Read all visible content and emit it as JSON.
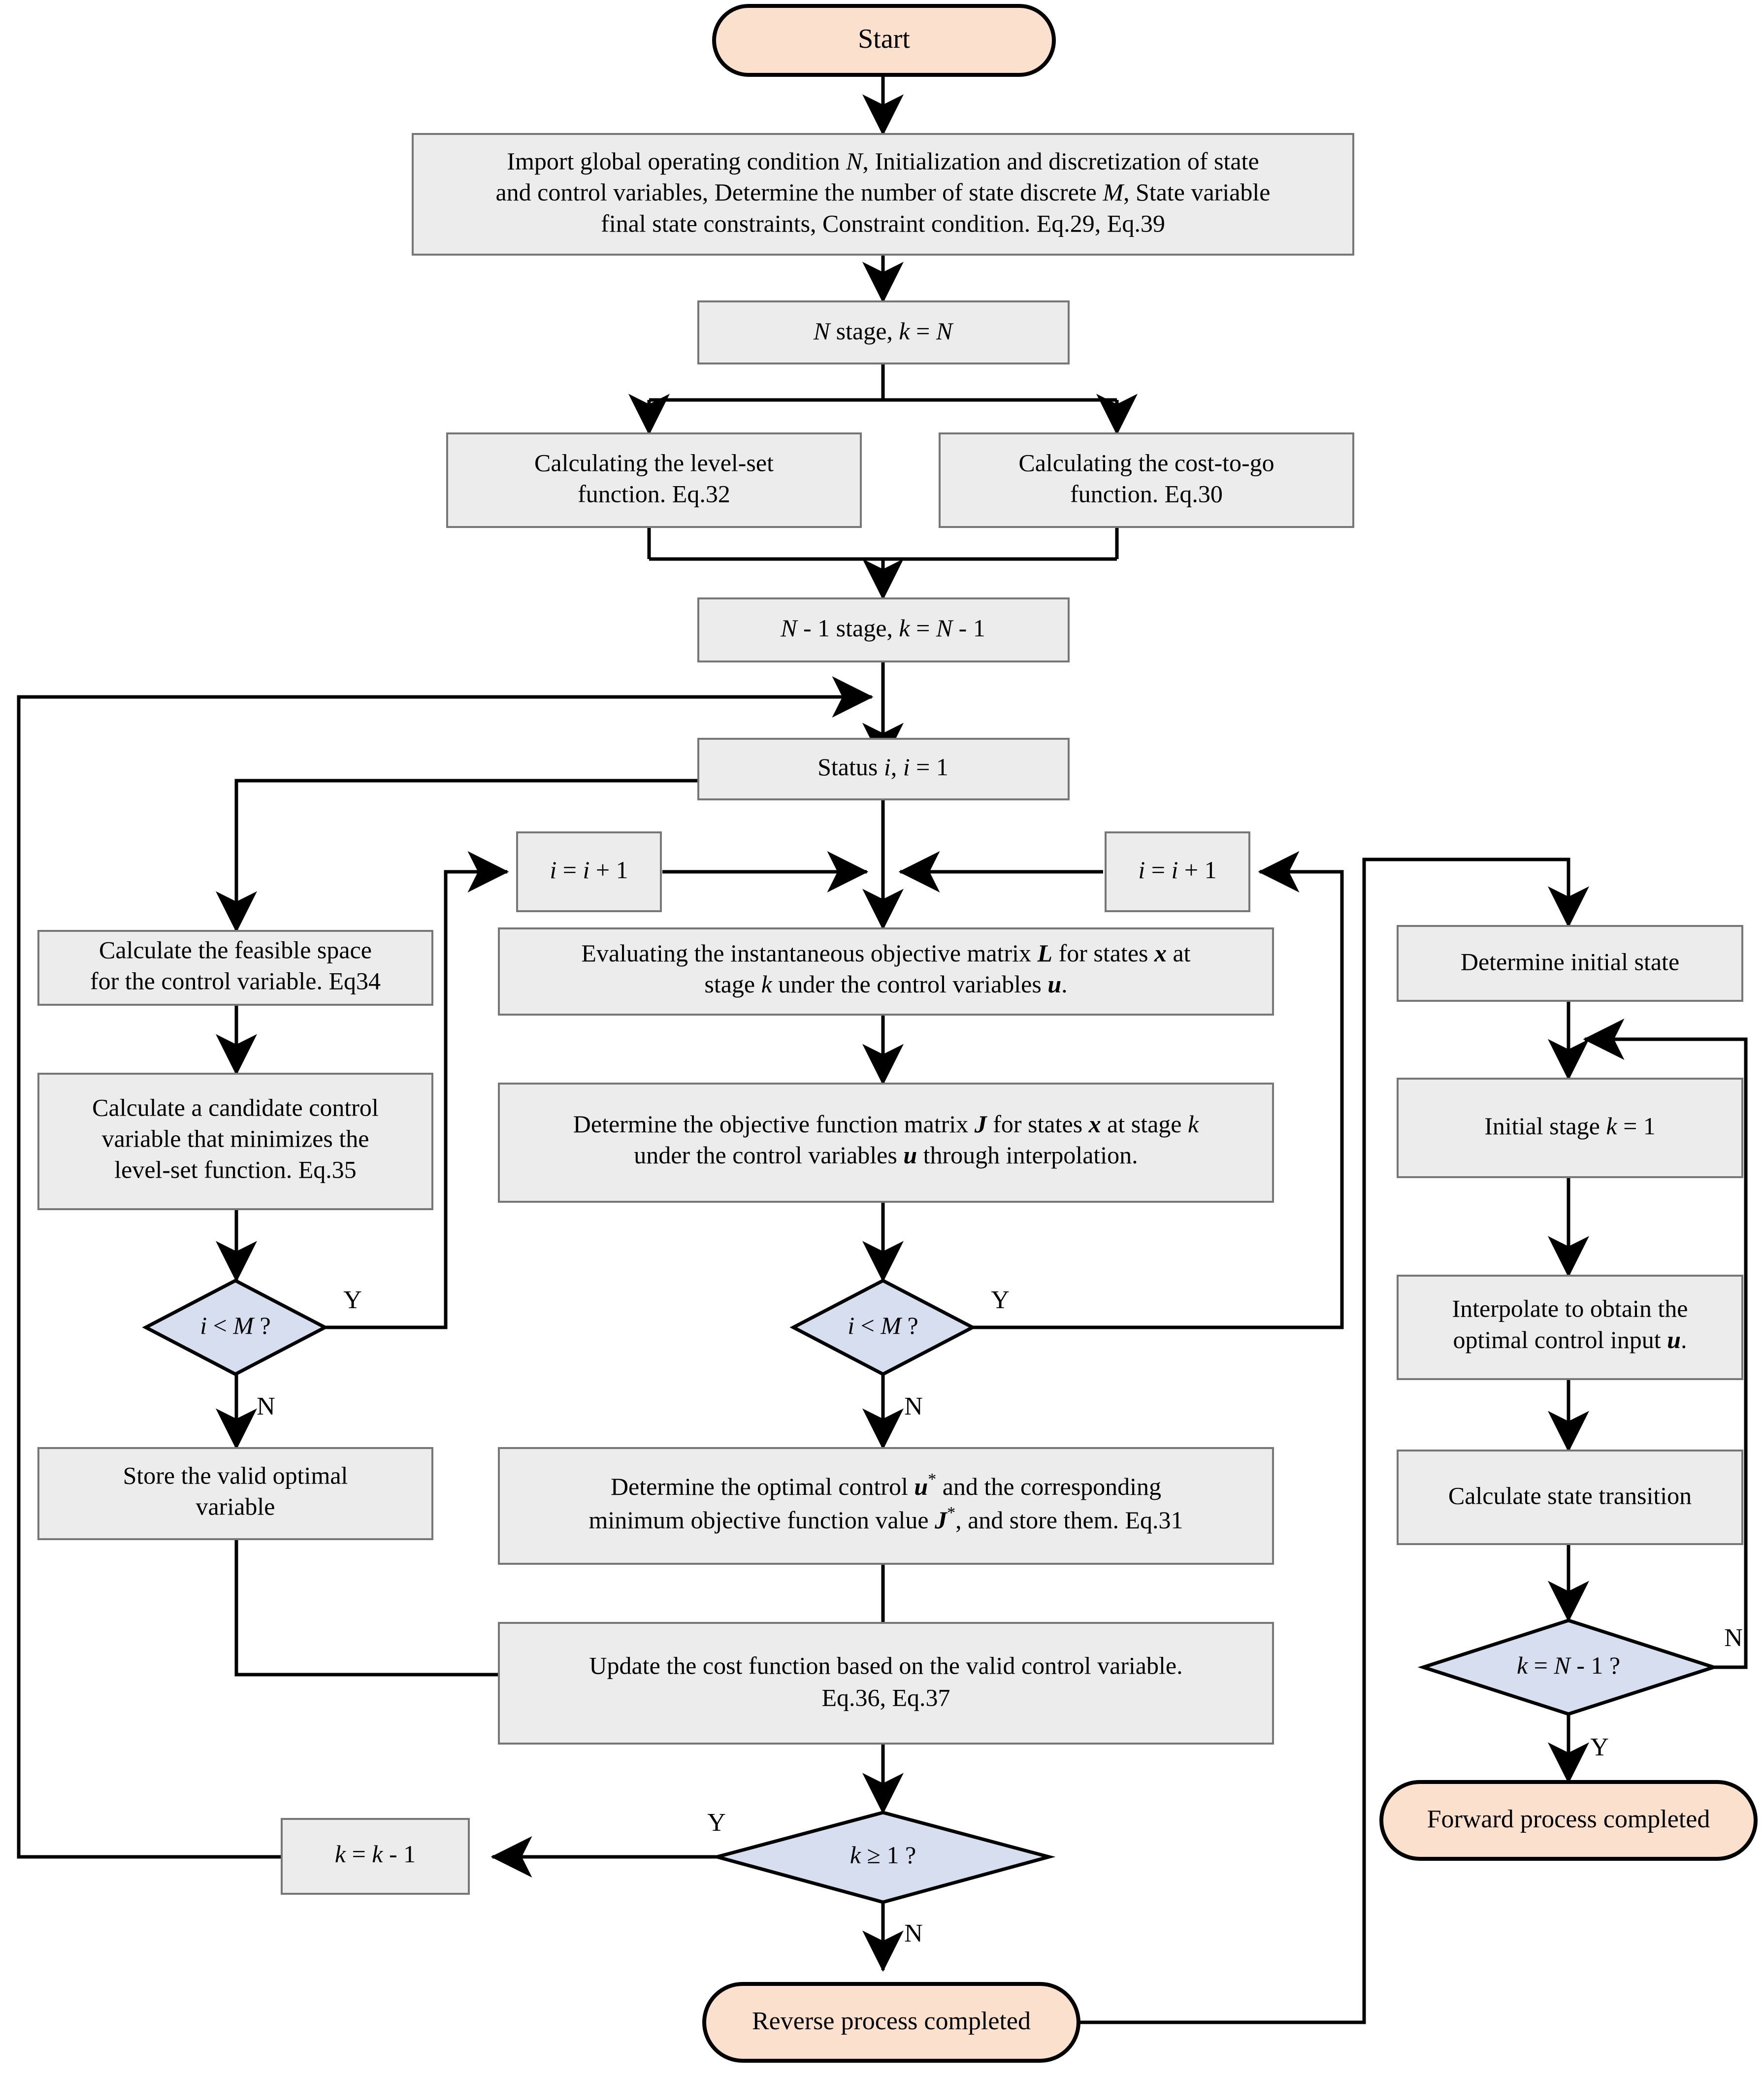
{
  "diagram": {
    "title": "Dynamic programming level-set algorithm flowchart",
    "colors": {
      "terminal_fill": "#FBE0CE",
      "process_fill": "#ECECEC",
      "decision_fill": "#D6DEF0",
      "stroke": "#000000",
      "process_stroke": "#666666",
      "text": "#000000",
      "background": "#FFFFFF"
    },
    "nodes": [
      {
        "id": "start",
        "type": "terminal",
        "label": "Start"
      },
      {
        "id": "import",
        "type": "process",
        "lines": [
          "Import global operating condition N, Initialization and discretization of state",
          "and control variables, Determine the number of state discrete M, State variable",
          "final state constraints, Constraint condition. Eq.29, Eq.39"
        ]
      },
      {
        "id": "nstage",
        "type": "process",
        "lines": [
          "N stage, k = N"
        ]
      },
      {
        "id": "levelset",
        "type": "process",
        "lines": [
          "Calculating the level-set",
          "function. Eq.32"
        ]
      },
      {
        "id": "costtogo",
        "type": "process",
        "lines": [
          "Calculating the cost-to-go",
          "function. Eq.30"
        ]
      },
      {
        "id": "nm1stage",
        "type": "process",
        "lines": [
          "N - 1 stage, k = N - 1"
        ]
      },
      {
        "id": "status",
        "type": "process",
        "lines": [
          "Status i, i = 1"
        ]
      },
      {
        "id": "iplus1_left",
        "type": "process",
        "lines": [
          "i = i + 1"
        ]
      },
      {
        "id": "iplus1_right",
        "type": "process",
        "lines": [
          "i = i + 1"
        ]
      },
      {
        "id": "feasible",
        "type": "process",
        "lines": [
          "Calculate the feasible space",
          "for the control variable. Eq34"
        ]
      },
      {
        "id": "candidate",
        "type": "process",
        "lines": [
          "Calculate a candidate control",
          "variable that minimizes the",
          "level-set function. Eq.35"
        ]
      },
      {
        "id": "dec_iM_left",
        "type": "decision",
        "lines": [
          "i < M  ?"
        ]
      },
      {
        "id": "store",
        "type": "process",
        "lines": [
          "Store the valid optimal",
          "variable"
        ]
      },
      {
        "id": "evaluateL",
        "type": "process",
        "lines": [
          "Evaluating the instantaneous objective matrix L for states x at",
          "stage k under the control variables u."
        ]
      },
      {
        "id": "determineJ",
        "type": "process",
        "lines": [
          "Determine the objective function matrix J for states x at stage k",
          "under the control variables u through interpolation."
        ]
      },
      {
        "id": "dec_iM_mid",
        "type": "decision",
        "lines": [
          "i < M  ?"
        ]
      },
      {
        "id": "optimal",
        "type": "process",
        "lines": [
          "Determine the optimal control u * and the corresponding",
          "minimum objective function value J *, and store them. Eq.31"
        ]
      },
      {
        "id": "updatecost",
        "type": "process",
        "lines": [
          "Update the cost function based on the valid control variable.",
          "Eq.36, Eq.37"
        ]
      },
      {
        "id": "dec_kge1",
        "type": "decision",
        "lines": [
          "k ≥ 1  ?"
        ]
      },
      {
        "id": "kminus1",
        "type": "process",
        "lines": [
          "k = k - 1"
        ]
      },
      {
        "id": "reverse_done",
        "type": "terminal",
        "label": "Reverse process completed"
      },
      {
        "id": "initstate",
        "type": "process",
        "lines": [
          "Determine initial state"
        ]
      },
      {
        "id": "initstage",
        "type": "process",
        "lines": [
          "Initial stage k = 1"
        ]
      },
      {
        "id": "interpolate",
        "type": "process",
        "lines": [
          "Interpolate to obtain the",
          "optimal control input u."
        ]
      },
      {
        "id": "statetrans",
        "type": "process",
        "lines": [
          "Calculate state transition"
        ]
      },
      {
        "id": "dec_kNm1",
        "type": "decision",
        "lines": [
          "k = N - 1  ?"
        ]
      },
      {
        "id": "forward_done",
        "type": "terminal",
        "label": "Forward process completed"
      }
    ],
    "edge_labels": {
      "left_iM_yes": "Y",
      "left_iM_no": "N",
      "mid_iM_yes": "Y",
      "mid_iM_no": "N",
      "kge1_yes": "Y",
      "kge1_no": "N",
      "kNm1_no": "N",
      "kNm1_yes": "Y"
    },
    "labels": {
      "start": "Start",
      "import_l1": "Import global operating condition ",
      "import_l1_n": "N",
      "import_l1_b": ", Initialization and discretization of state",
      "import_l2_a": "and control variables, Determine the number of state discrete ",
      "import_l2_m": "M",
      "import_l2_b": ", State variable",
      "import_l3": "final state constraints, Constraint condition. Eq.29, Eq.39",
      "nstage_n1": "N",
      "nstage_mid": " stage, ",
      "nstage_k": "k",
      "nstage_eq": " = ",
      "nstage_n2": "N",
      "levelset_l1": "Calculating the level-set",
      "levelset_l2": "function. Eq.32",
      "costtogo_l1": "Calculating the cost-to-go",
      "costtogo_l2": "function. Eq.30",
      "nm1_n1": "N",
      "nm1_a": " - 1 stage, ",
      "nm1_k": "k",
      "nm1_b": " = ",
      "nm1_n2": "N",
      "nm1_c": " - 1",
      "status_a": "Status ",
      "status_i1": "i",
      "status_b": ", ",
      "status_i2": "i",
      "status_c": " = 1",
      "iplus1_i1": "i",
      "iplus1_eq": " = ",
      "iplus1_i2": "i",
      "iplus1_plus": " + 1",
      "feasible_l1": "Calculate the feasible space",
      "feasible_l2": "for the control variable. Eq34",
      "candidate_l1": "Calculate a candidate control",
      "candidate_l2": "variable that minimizes the",
      "candidate_l3": "level-set function. Eq.35",
      "dec_i": "i",
      "dec_lt": " < ",
      "dec_M": "M",
      "dec_q": "  ?",
      "store_l1": "Store the valid optimal",
      "store_l2": "variable",
      "evalL_a": "Evaluating the instantaneous objective matrix ",
      "evalL_L": "L",
      "evalL_b": " for states ",
      "evalL_x": "x",
      "evalL_c": " at",
      "evalL_d": "stage ",
      "evalL_k": "k",
      "evalL_e": " under the control variables ",
      "evalL_u": "u",
      "evalL_f": ".",
      "detJ_a": "Determine the objective function matrix ",
      "detJ_J": "J",
      "detJ_b": " for states ",
      "detJ_x": "x",
      "detJ_c": " at stage ",
      "detJ_k": "k",
      "detJ_d": "under the control variables ",
      "detJ_u": "u",
      "detJ_e": " through interpolation.",
      "opt_a": "Determine the optimal control ",
      "opt_u": "u",
      "opt_star1": "*",
      "opt_b": " and the corresponding",
      "opt_c": "minimum objective function value ",
      "opt_J": "J",
      "opt_star2": "*",
      "opt_d": ", and store them. Eq.31",
      "upd_l1": "Update the cost function based on the valid control variable.",
      "upd_l2": "Eq.36, Eq.37",
      "kge1_k": "k",
      "kge1_sym": " ≥ 1  ?",
      "km1_k1": "k",
      "km1_eq": " = ",
      "km1_k2": "k",
      "km1_m": " - 1",
      "reverse_done": "Reverse process completed",
      "initstate": "Determine initial state",
      "initstage_a": "Initial stage ",
      "initstage_k": "k",
      "initstage_b": " = 1",
      "interp_l1": "Interpolate to obtain the",
      "interp_l2a": "optimal control input ",
      "interp_u": "u",
      "interp_l2b": ".",
      "statetrans": "Calculate state transition",
      "kNm1_k": "k",
      "kNm1_a": " = ",
      "kNm1_N": "N",
      "kNm1_b": " - 1  ?",
      "forward_done": "Forward process completed",
      "Y": "Y",
      "N": "N"
    }
  }
}
